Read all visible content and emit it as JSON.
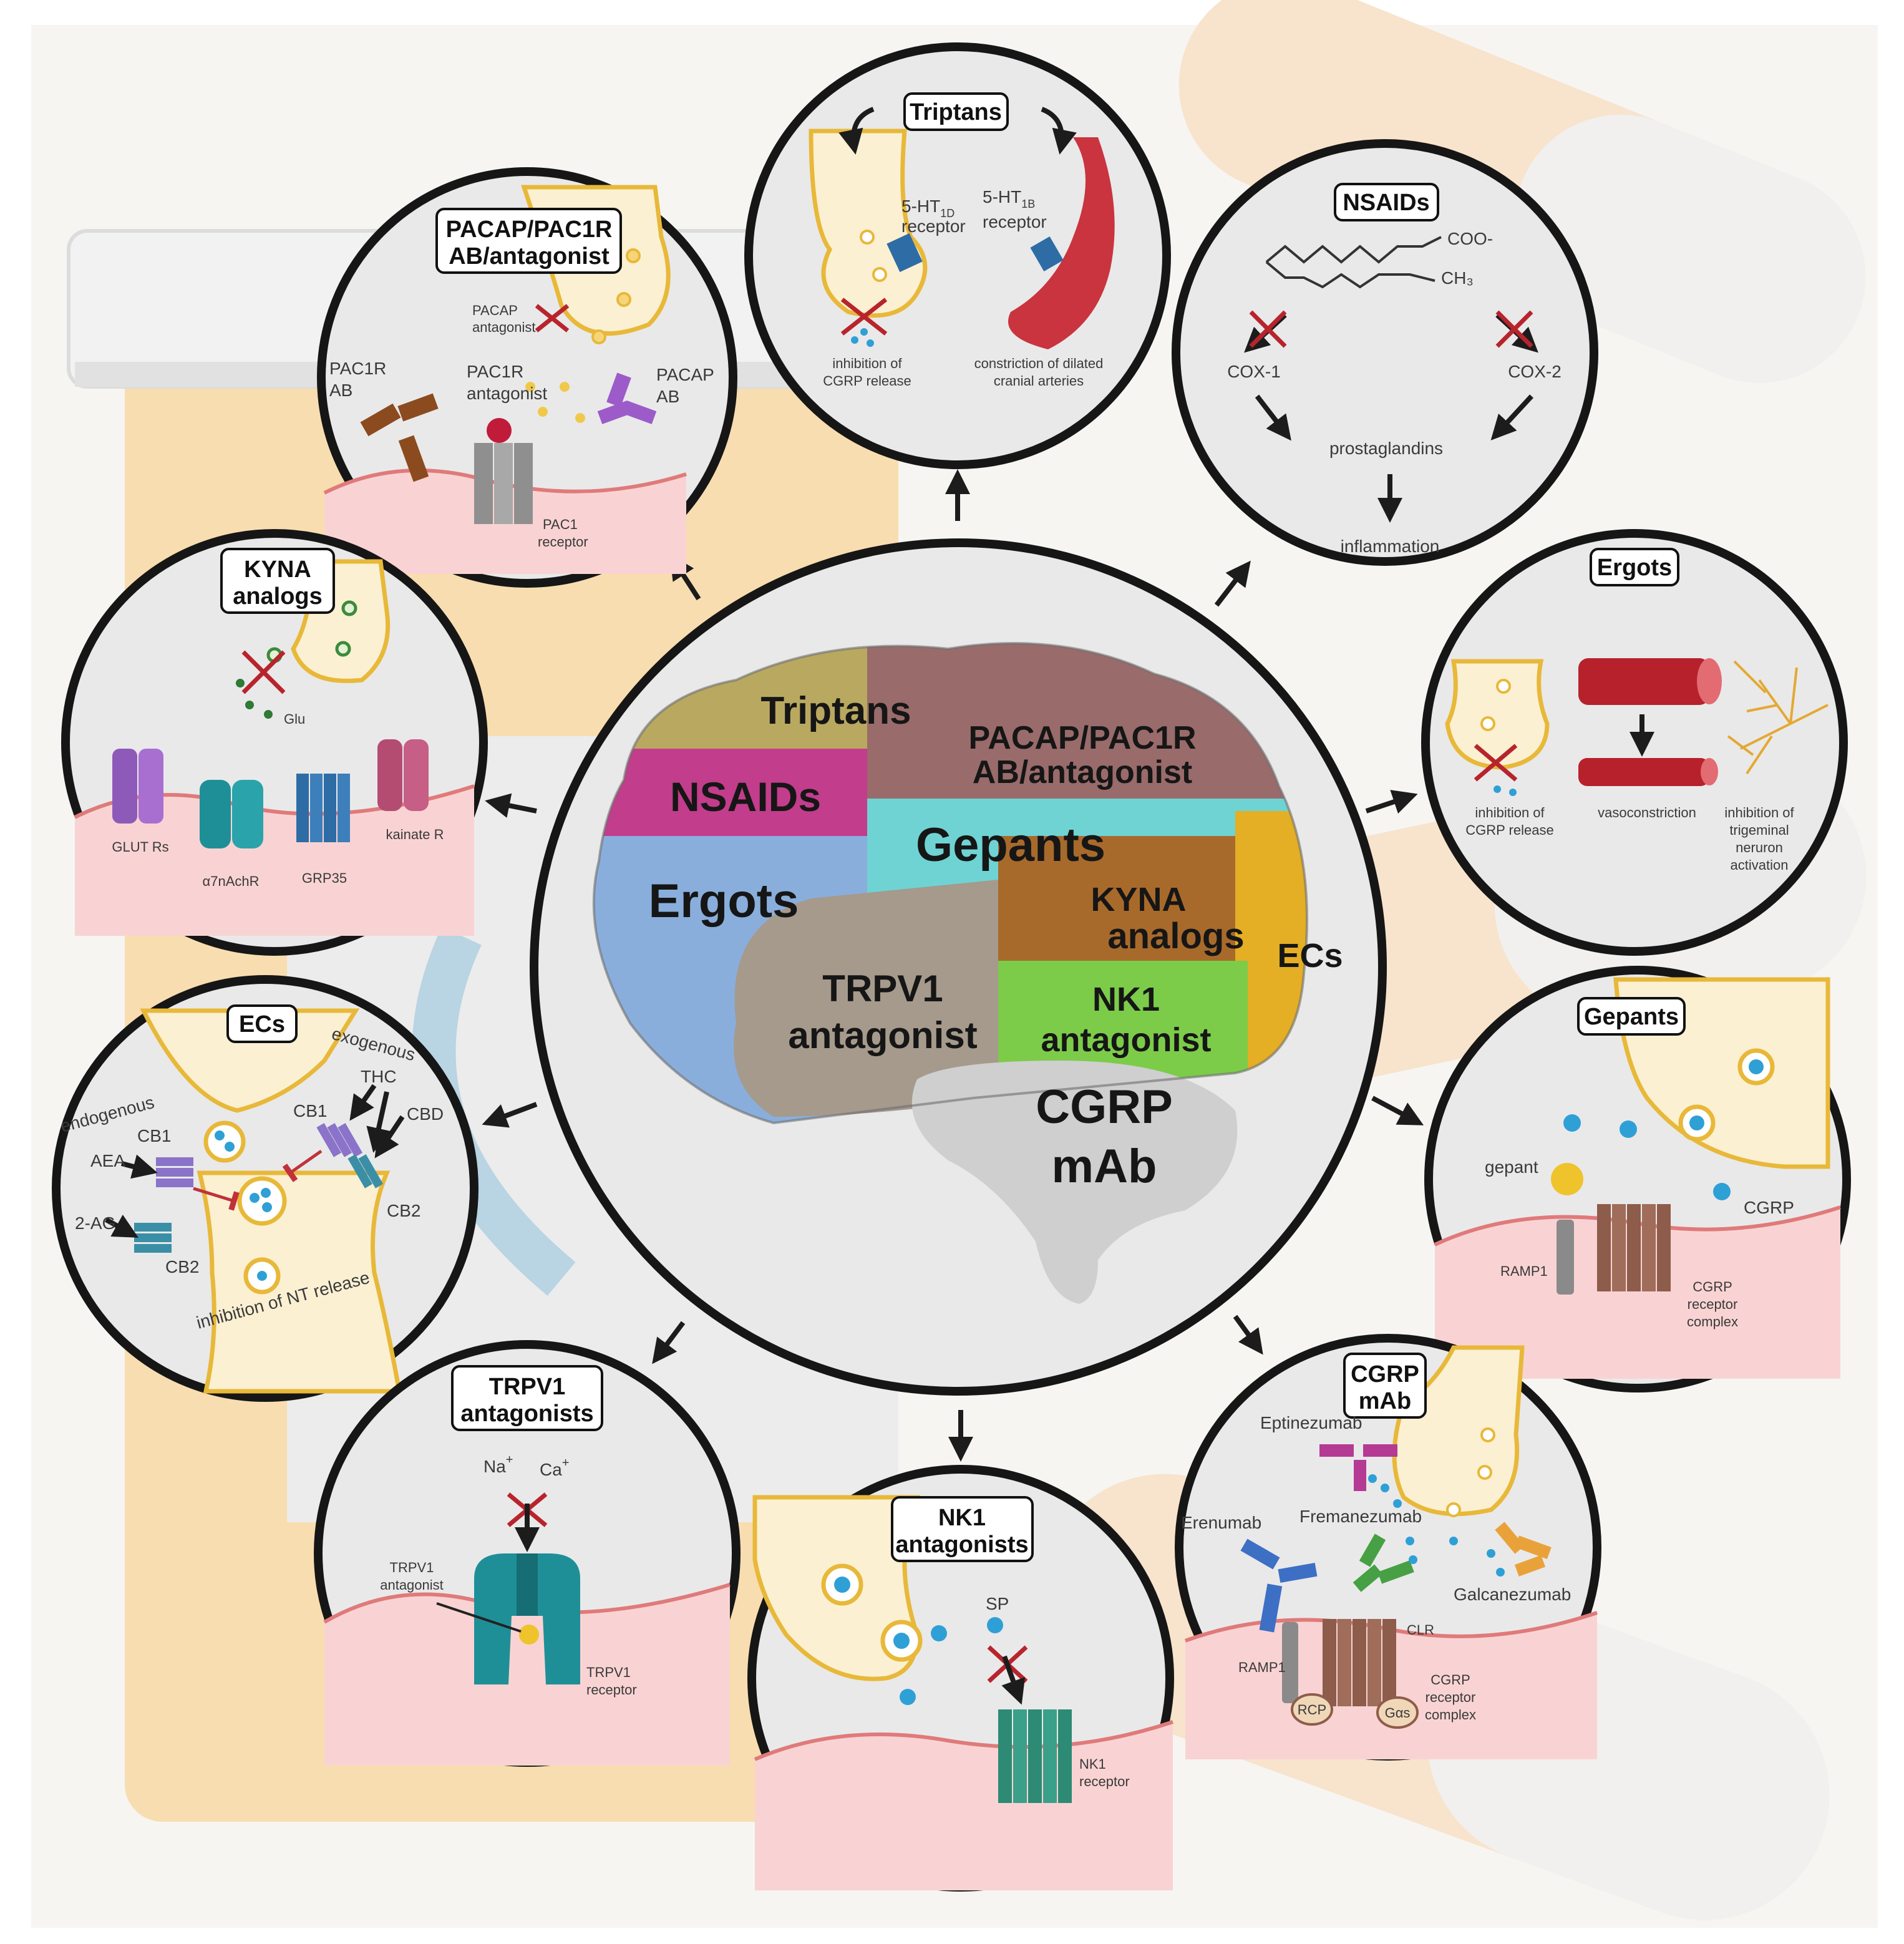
{
  "brain": {
    "regions": {
      "triptans": "Triptans",
      "nsaids": "NSAIDs",
      "pacap_l1": "PACAP/PAC1R",
      "pacap_l2": "AB/antagonist",
      "gepants": "Gepants",
      "ergots": "Ergots",
      "kyna_l1": "KYNA",
      "kyna_l2": "analogs",
      "ecs": "ECs",
      "trpv1_l1": "TRPV1",
      "trpv1_l2": "antagonist",
      "nk1_l1": "NK1",
      "nk1_l2": "antagonist",
      "cgrp_l1": "CGRP",
      "cgrp_l2": "mAb"
    },
    "colors": {
      "triptans": "#b9a860",
      "nsaids": "#c23d8b",
      "pacap": "#9a6b6b",
      "gepants": "#6fd3d3",
      "ergots": "#8aaedc",
      "kyna": "#a86a2b",
      "ecs": "#e4ae25",
      "trpv1": "#a59a8c",
      "nk1": "#7ccc4a",
      "cgrp": "#cfcfcf"
    }
  },
  "triptans": {
    "title": "Triptans",
    "r1d_a": "5-HT",
    "r1d_sub": "1D",
    "r1d_b": "receptor",
    "r1b_a": "5-HT",
    "r1b_sub": "1B",
    "r1b_b": "receptor",
    "inh_l1": "inhibition of",
    "inh_l2": "CGRP release",
    "con_l1": "constriction of dilated",
    "con_l2": "cranial arteries"
  },
  "nsaids": {
    "title": "NSAIDs",
    "coo": "COO-",
    "ch3": "CH₃",
    "cox1": "COX-1",
    "cox2": "COX-2",
    "prost": "prostaglandins",
    "inflam": "inflammation"
  },
  "pacap": {
    "title_l1": "PACAP/PAC1R",
    "title_l2": "AB/antagonist",
    "pacap_ant_l1": "PACAP",
    "pacap_ant_l2": "antagonist",
    "pac1r_ab_l1": "PAC1R",
    "pac1r_ab_l2": "AB",
    "pac1r_ant_l1": "PAC1R",
    "pac1r_ant_l2": "antagonist",
    "pacap_ab_l1": "PACAP",
    "pacap_ab_l2": "AB",
    "pac1_l1": "PAC1",
    "pac1_l2": "receptor"
  },
  "kyna": {
    "title_l1": "KYNA",
    "title_l2": "analogs",
    "glu": "Glu",
    "glut": "GLUT Rs",
    "a7": "α7nAchR",
    "grp35": "GRP35",
    "kainate": "kainate R"
  },
  "ergots": {
    "title": "Ergots",
    "inh_l1": "inhibition of",
    "inh_l2": "CGRP release",
    "vaso": "vasoconstriction",
    "tri_l1": "inhibition of",
    "tri_l2": "trigeminal",
    "tri_l3": "neruron",
    "tri_l4": "activation"
  },
  "ecs": {
    "title": "ECs",
    "endogenous": "endogenous",
    "exogenous": "exogenous",
    "cb1_left": "CB1",
    "cb1_right": "CB1",
    "aea": "AEA",
    "two_ag": "2-AG",
    "cb2_left": "CB2",
    "cb2_right": "CB2",
    "thc": "THC",
    "cbd": "CBD",
    "inh_nt": "inhibition of NT release"
  },
  "gepants": {
    "title": "Gepants",
    "gepant": "gepant",
    "cgrp": "CGRP",
    "ramp1": "RAMP1",
    "complex_l1": "CGRP",
    "complex_l2": "receptor",
    "complex_l3": "complex"
  },
  "trpv1": {
    "title_l1": "TRPV1",
    "title_l2": "antagonists",
    "na": "Na",
    "ca": "Ca",
    "plus": "+",
    "ant_l1": "TRPV1",
    "ant_l2": "antagonist",
    "rec_l1": "TRPV1",
    "rec_l2": "receptor"
  },
  "nk1": {
    "title_l1": "NK1",
    "title_l2": "antagonists",
    "sp": "SP",
    "rec_l1": "NK1",
    "rec_l2": "receptor"
  },
  "cgrpmab": {
    "title_l1": "CGRP",
    "title_l2": "mAb",
    "eptinezumab": "Eptinezumab",
    "erenumab": "Erenumab",
    "fremanezumab": "Fremanezumab",
    "galcanezumab": "Galcanezumab",
    "clr": "CLR",
    "ramp1": "RAMP1",
    "rcp": "RCP",
    "gas": "Gαs",
    "complex_l1": "CGRP",
    "complex_l2": "receptor",
    "complex_l3": "complex"
  }
}
